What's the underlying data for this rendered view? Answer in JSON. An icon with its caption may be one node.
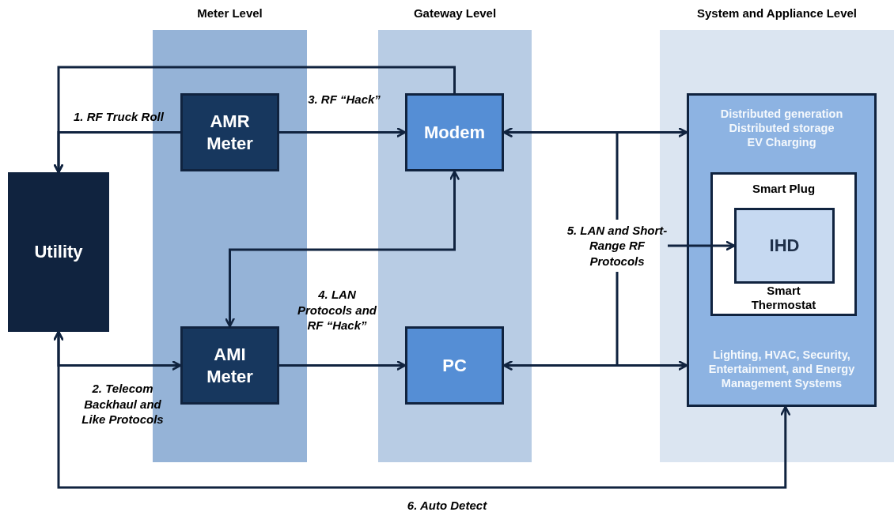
{
  "diagram": {
    "nodes": [
      {
        "text": [
          "Meter Level"
        ]
      },
      {
        "text": [
          "Gateway Level"
        ]
      },
      {
        "text": [
          "System and Appliance Level"
        ]
      },
      {
        "text": [
          "Utility"
        ]
      },
      {
        "text": [
          "AMR Meter"
        ],
        "in": 0
      },
      {
        "text": [
          "AMI Meter"
        ],
        "in": 0
      },
      {
        "text": [
          "Modem"
        ],
        "in": 1
      },
      {
        "text": [
          "PC"
        ],
        "in": 1
      },
      {
        "text": [
          "Distributed generation",
          "Distributed storage",
          "EV Charging",
          "Lighting, HVAC, Security, Entertainment, and Energy Management Systems"
        ],
        "in": 2
      },
      {
        "text": [
          "Smart Plug",
          "Smart Thermostat"
        ],
        "in": 8
      },
      {
        "text": [
          "IHD"
        ],
        "in": 9
      },
      {
        "text": [
          "5. LAN and Short-Range RF Protocols"
        ]
      }
    ],
    "edges": [
      {
        "from": 6,
        "to": 3,
        "arrow": "to"
      },
      {
        "from": 4,
        "to": 3,
        "arrow": "to",
        "label": "1. RF Truck Roll"
      },
      {
        "from": 4,
        "to": 6,
        "arrow": "to",
        "label": "3. RF “Hack”"
      },
      {
        "from": 6,
        "to": 8,
        "arrow": "both"
      },
      {
        "from": 11,
        "to": 6,
        "arrow": "none"
      },
      {
        "from": 6,
        "to": 5,
        "arrow": "both"
      },
      {
        "from": 11,
        "to": 10,
        "arrow": "to"
      },
      {
        "from": 11,
        "to": 7,
        "arrow": "none"
      },
      {
        "from": 3,
        "to": 5,
        "arrow": "both",
        "label": "2. Telecom Backhaul and Like Protocols"
      },
      {
        "from": 5,
        "to": 7,
        "arrow": "to",
        "label": "4. LAN Protocols and RF “Hack”"
      },
      {
        "from": 7,
        "to": 8,
        "arrow": "both"
      },
      {
        "from": 3,
        "to": 8,
        "arrow": "both",
        "label": "6. Auto Detect"
      }
    ]
  }
}
